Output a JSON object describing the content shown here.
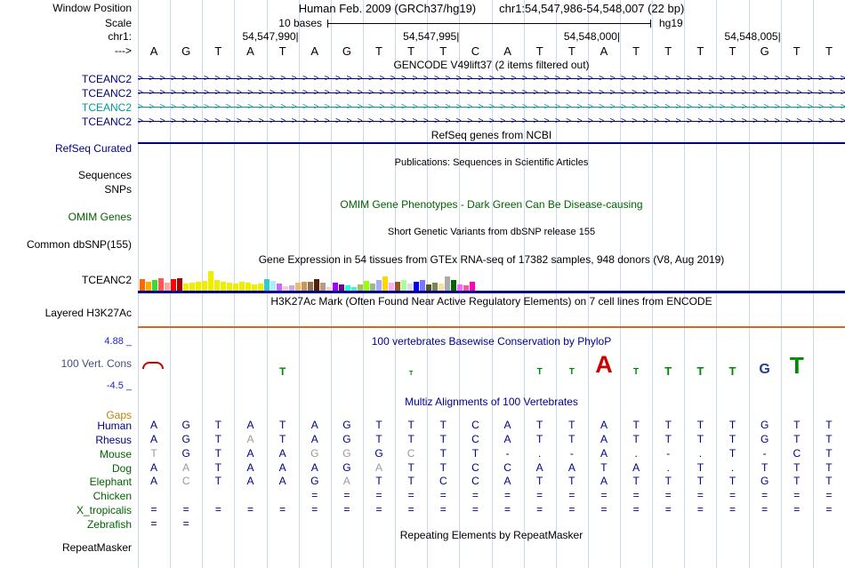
{
  "meta": {
    "assembly_title": "Human Feb. 2009 (GRCh37/hg19)",
    "position_range": "chr1:54,547,986-54,548,007 (22 bp)"
  },
  "colors": {
    "gridline": "#CBD8EF",
    "navy": "#000080",
    "teal": "#009999",
    "dark_green": "#006400",
    "title_blue": "#00008B",
    "h3k27ac_line": "#D2691E",
    "dim": "#999999",
    "gaps": "#B8860B",
    "cons_label": "#44507A",
    "axis_blue": "#2222CC"
  },
  "header": {
    "window_position_label": "Window Position",
    "scale_label": "Scale",
    "scale_text": "10 bases",
    "assembly_short": "hg19",
    "chrom_label": "chr1:",
    "strand_label": "--->",
    "ticks": [
      {
        "label": "54,547,990|",
        "col": 5
      },
      {
        "label": "54,547,995|",
        "col": 10
      },
      {
        "label": "54,548,000|",
        "col": 15
      },
      {
        "label": "54,548,005|",
        "col": 20
      }
    ]
  },
  "sequence": [
    "A",
    "G",
    "T",
    "A",
    "T",
    "A",
    "G",
    "T",
    "T",
    "T",
    "C",
    "A",
    "T",
    "T",
    "A",
    "T",
    "T",
    "T",
    "T",
    "G",
    "T",
    "T"
  ],
  "gencode": {
    "title": "GENCODE V49lift37 (2 items filtered out)",
    "transcripts": [
      {
        "label": "TCEANC2",
        "color": "#000080"
      },
      {
        "label": "TCEANC2",
        "color": "#000080"
      },
      {
        "label": "TCEANC2",
        "color": "#009999"
      },
      {
        "label": "TCEANC2",
        "color": "#000080"
      }
    ]
  },
  "refseq": {
    "title": "RefSeq genes from NCBI",
    "label": "RefSeq Curated"
  },
  "publications": {
    "title": "Publications: Sequences in Scientific Articles",
    "sequences_label": "Sequences",
    "snps_label": "SNPs"
  },
  "omim": {
    "title": "OMIM Gene Phenotypes - Dark Green Can Be Disease-causing",
    "label": "OMIM Genes"
  },
  "dbsnp": {
    "title": "Short Genetic Variants from dbSNP release 155",
    "label": "Common dbSNP(155)"
  },
  "gtex": {
    "title": "Gene Expression in 54 tissues from GTEx RNA-seq of 17382 samples, 948 donors (V8, Aug 2019)",
    "label": "TCEANC2",
    "bar_colors": [
      "#FF6600",
      "#FFAA00",
      "#33DD33",
      "#FF5555",
      "#FFAA99",
      "#FF0000",
      "#AA0000",
      "#EEEE00",
      "#EEEE00",
      "#EEEE00",
      "#EEEE00",
      "#EEEE00",
      "#EEEE00",
      "#EEEE00",
      "#EEEE00",
      "#EEEE00",
      "#EEEE00",
      "#EEEE00",
      "#EEEE00",
      "#EEEE00",
      "#33CCCC",
      "#AAEEFF",
      "#CC66FF",
      "#FFCCCC",
      "#CCAADD",
      "#EEBB77",
      "#CC9955",
      "#8B7355",
      "#552200",
      "#BB9988",
      "#FFCCCC",
      "#9900FF",
      "#660099",
      "#22FFDD",
      "#33FFC2",
      "#AABB66",
      "#99FF00",
      "#99BB88",
      "#AAAAFF",
      "#FFD700",
      "#FFAAFF",
      "#995522",
      "#AAFF99",
      "#DDDDDD",
      "#0000FF",
      "#7777FF",
      "#555522",
      "#778855",
      "#FFDD99",
      "#AAAAAA",
      "#006600",
      "#FF66FF",
      "#FF5599",
      "#FF00BB"
    ],
    "heights": [
      13,
      10,
      12,
      14,
      9,
      13,
      14,
      8,
      9,
      10,
      11,
      22,
      12,
      10,
      9,
      8,
      10,
      9,
      7,
      8,
      13,
      11,
      8,
      5,
      6,
      9,
      10,
      10,
      13,
      9,
      4,
      9,
      7,
      6,
      4,
      7,
      11,
      8,
      12,
      16,
      9,
      10,
      12,
      8,
      10,
      12,
      7,
      9,
      8,
      16,
      12,
      7,
      6,
      10
    ]
  },
  "h3k27ac": {
    "title": "H3K27Ac Mark (Often Found Near Active Regulatory Elements) on 7 cell lines from ENCODE",
    "label": "Layered H3K27Ac"
  },
  "phylop": {
    "title": "100 vertebrates Basewise Conservation by PhyloP",
    "label": "100 Vert. Cons",
    "max_label": "4.88 _",
    "min_label": "-4.5 _",
    "letters": [
      {
        "col": 5,
        "ch": "T",
        "color": "#008800",
        "size": 12
      },
      {
        "col": 9,
        "ch": "T",
        "color": "#008800",
        "size": 7
      },
      {
        "col": 13,
        "ch": "T",
        "color": "#008800",
        "size": 10
      },
      {
        "col": 14,
        "ch": "T",
        "color": "#008800",
        "size": 10
      },
      {
        "col": 15,
        "ch": "A",
        "color": "#CC0000",
        "size": 27
      },
      {
        "col": 16,
        "ch": "T",
        "color": "#008800",
        "size": 10
      },
      {
        "col": 17,
        "ch": "T",
        "color": "#008800",
        "size": 13
      },
      {
        "col": 18,
        "ch": "T",
        "color": "#008800",
        "size": 13
      },
      {
        "col": 19,
        "ch": "T",
        "color": "#008800",
        "size": 13
      },
      {
        "col": 20,
        "ch": "G",
        "color": "#1F3D99",
        "size": 16
      },
      {
        "col": 21,
        "ch": "T",
        "color": "#008800",
        "size": 26
      }
    ]
  },
  "multiz": {
    "title": "Multiz Alignments of 100 Vertebrates",
    "gaps_label": "Gaps",
    "rows": [
      {
        "name": "Human",
        "color": "#000080",
        "dim": [],
        "cells": [
          "A",
          "G",
          "T",
          "A",
          "T",
          "A",
          "G",
          "T",
          "T",
          "T",
          "C",
          "A",
          "T",
          "T",
          "A",
          "T",
          "T",
          "T",
          "T",
          "G",
          "T",
          "T"
        ]
      },
      {
        "name": "Rhesus",
        "color": "#000080",
        "dim": [
          3
        ],
        "cells": [
          "A",
          "G",
          "T",
          "A",
          "T",
          "A",
          "G",
          "T",
          "T",
          "T",
          "C",
          "A",
          "T",
          "T",
          "A",
          "T",
          "T",
          "T",
          "T",
          "G",
          "T",
          "T"
        ]
      },
      {
        "name": "Mouse",
        "color": "#006400",
        "dim": [
          0,
          5,
          6,
          8
        ],
        "cells": [
          "T",
          "G",
          "T",
          "A",
          "A",
          "G",
          "G",
          "G",
          "C",
          "T",
          "T",
          "-",
          ".",
          "-",
          "A",
          ".",
          "-",
          ".",
          "T",
          "-",
          "C",
          "T"
        ]
      },
      {
        "name": "Dog",
        "color": "#006400",
        "dim": [
          1,
          7
        ],
        "cells": [
          "A",
          "A",
          "T",
          "A",
          "A",
          "A",
          "G",
          "A",
          "T",
          "T",
          "C",
          "C",
          "A",
          "A",
          "T",
          "A",
          ".",
          "T",
          ".",
          "T",
          "T",
          "T"
        ]
      },
      {
        "name": "Elephant",
        "color": "#006400",
        "dim": [
          1,
          6
        ],
        "cells": [
          "A",
          "C",
          "T",
          "A",
          "A",
          "G",
          "A",
          "T",
          "T",
          "C",
          "C",
          "A",
          "T",
          "T",
          "A",
          "T",
          "T",
          "T",
          "T",
          "G",
          "T",
          "T"
        ]
      },
      {
        "name": "Chicken",
        "color": "#006400",
        "dim": [],
        "cells": [
          "",
          "",
          "",
          "",
          "",
          "=",
          "=",
          "=",
          "=",
          "=",
          "=",
          "=",
          "=",
          "=",
          "=",
          "=",
          "=",
          "=",
          "=",
          "=",
          "=",
          "="
        ]
      },
      {
        "name": "X_tropicalis",
        "color": "#006400",
        "dim": [],
        "cells": [
          "=",
          "=",
          "=",
          "=",
          "=",
          "=",
          "=",
          "=",
          "=",
          "=",
          "=",
          "=",
          "=",
          "=",
          "=",
          "=",
          "=",
          "=",
          "=",
          "=",
          "=",
          "="
        ]
      },
      {
        "name": "Zebrafish",
        "color": "#006400",
        "dim": [],
        "cells": [
          "=",
          "=",
          "",
          "",
          "",
          "",
          "",
          "",
          "",
          "",
          "",
          "",
          "",
          "",
          "",
          "",
          "",
          "",
          "",
          "",
          "",
          ""
        ]
      }
    ]
  },
  "repeatmasker": {
    "title": "Repeating Elements by RepeatMasker",
    "label": "RepeatMasker"
  }
}
